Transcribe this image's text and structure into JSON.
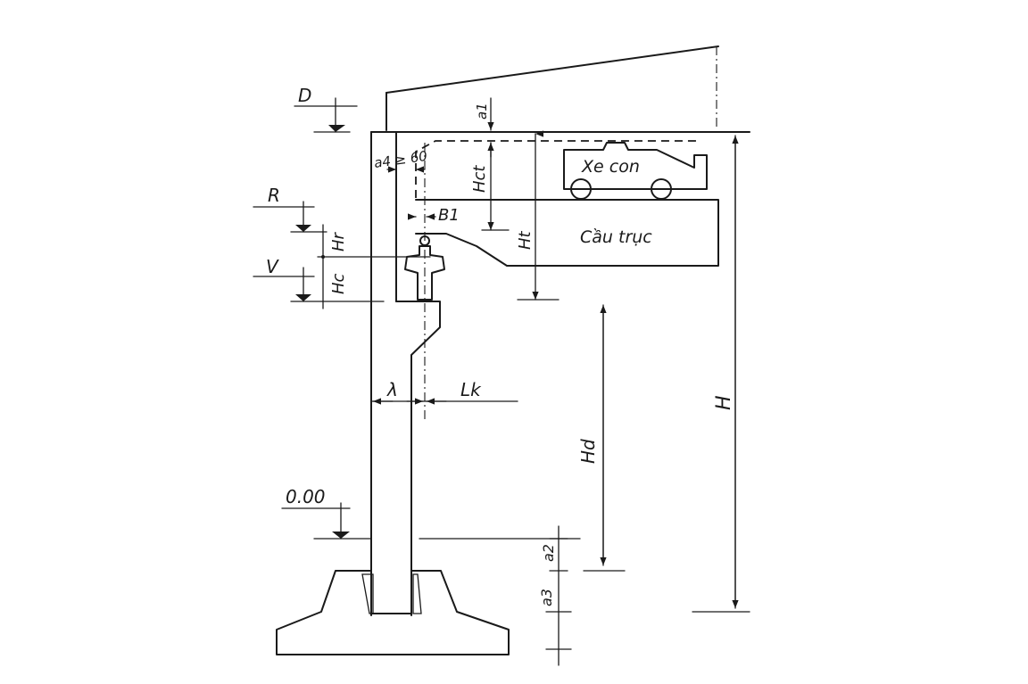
{
  "labels": {
    "D": "D",
    "a1": "a1",
    "a4_60": "a4 ≥ 60",
    "H_ct": "Hct",
    "xe_con": "Xe con",
    "R": "R",
    "B1": "B1",
    "H_t": "Ht",
    "cau_truc": "Cầu trục",
    "H_r": "Hr",
    "V": "V",
    "H_c": "Hc",
    "lambda": "λ",
    "L_k": "Lk",
    "H": "H",
    "H_d": "Hd",
    "zero": "0.00",
    "a2": "a2",
    "a3": "a3"
  }
}
